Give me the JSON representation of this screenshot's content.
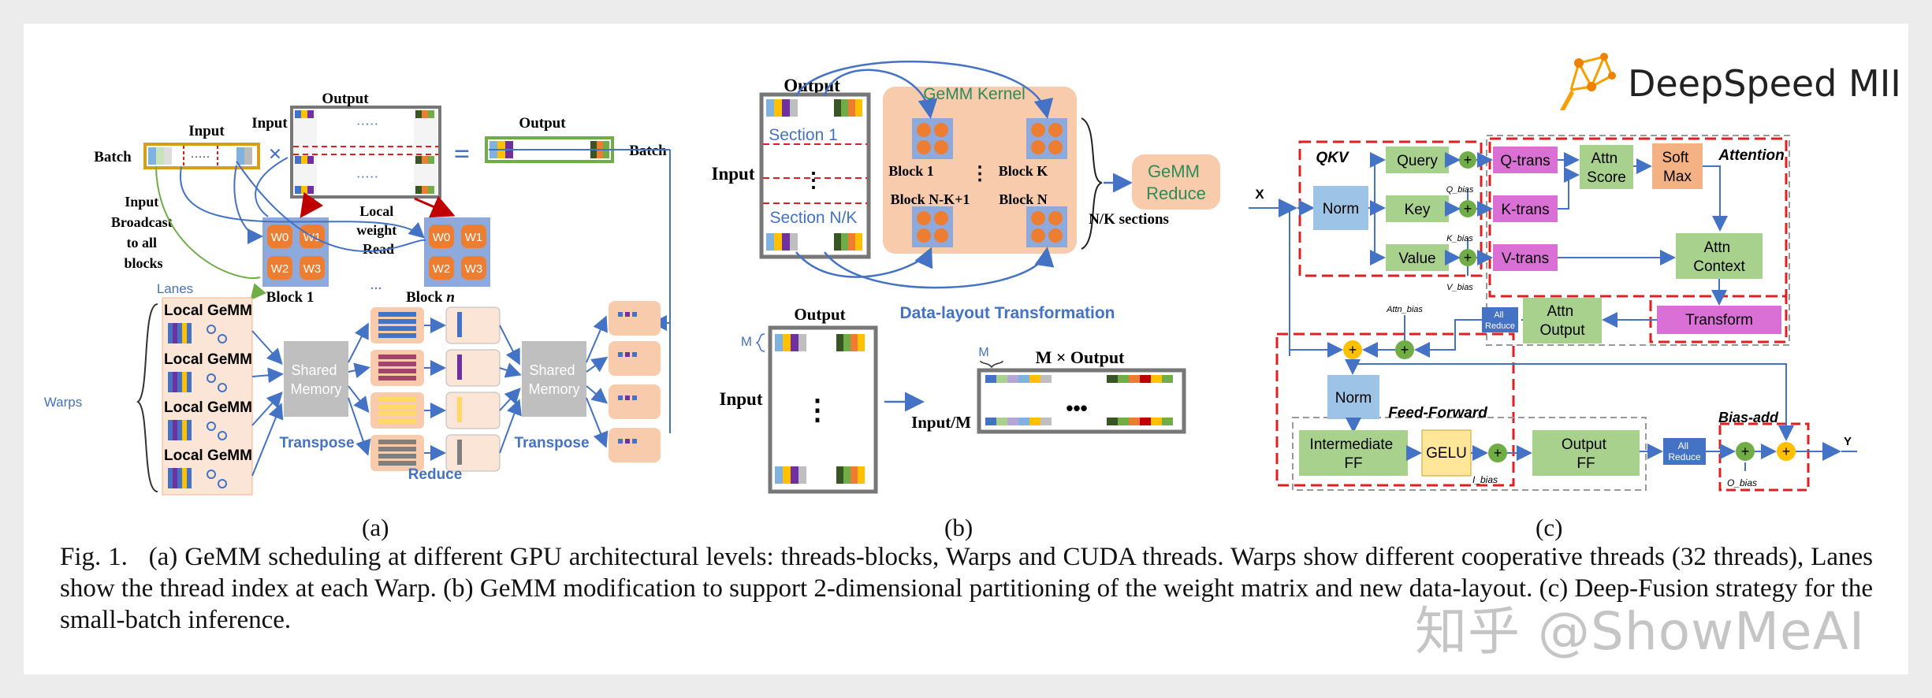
{
  "brand": {
    "name": "DeepSpeed MII"
  },
  "watermark": {
    "text": "知乎 @ShowMeAI"
  },
  "sublabels": {
    "a": "(a)",
    "b": "(b)",
    "c": "(c)"
  },
  "caption": {
    "fig": "Fig. 1.",
    "text": "(a) GeMM scheduling at different GPU architectural levels: threads-blocks, Warps and CUDA threads. Warps show different cooperative threads (32 threads), Lanes show the thread index at each Warp. (b) GeMM modification to support 2-dimensional partitioning of the weight matrix and new data-layout. (c) Deep-Fusion strategy for the small-batch inference."
  },
  "panel_a": {
    "output_top": "Output",
    "input_top": "Input",
    "input_left": "Input",
    "batch": "Batch",
    "batch_right": "Batch",
    "output_right": "Output",
    "dots_row": "·····",
    "dots_mid": "·····",
    "times": "×",
    "equals": "=",
    "broadcast": [
      "Input",
      "Broadcast",
      "to all",
      "blocks"
    ],
    "local_weight": [
      "Local",
      "weight",
      "Read"
    ],
    "warps": [
      "W0",
      "W1",
      "W2",
      "W3"
    ],
    "block1": "Block 1",
    "blockn_prefix": "Block ",
    "blockn_n": "n",
    "ellipsis": "...",
    "lanes": "Lanes",
    "local_gemm": "Local GeMM",
    "warps_label": "Warps",
    "shared": [
      "Shared",
      "Memory"
    ],
    "transpose": "Transpose",
    "reduce": "Reduce"
  },
  "panel_b": {
    "output": "Output",
    "input": "Input",
    "section1": "Section 1",
    "sectionNK": "Section N/K",
    "gemm_kernel": "GeMM Kernel",
    "block1": "Block 1",
    "blockK": "Block K",
    "blockNK1": "Block N-K+1",
    "blockN": "Block N",
    "nk_sections": "N/K sections",
    "gemm_reduce": [
      "GeMM",
      "Reduce"
    ],
    "dlt": "Data-layout Transformation",
    "output2": "Output",
    "input2": "Input",
    "m": "M",
    "m2": "M",
    "input_m": "Input/M",
    "m_output": "M × Output",
    "vdots": "⋮",
    "hdots": "•••"
  },
  "panel_c": {
    "x": "X",
    "y": "Y",
    "qkv": "QKV",
    "attention": "Attention",
    "norm1": "Norm",
    "query": "Query",
    "key": "Key",
    "value": "Value",
    "q_bias": "Q_bias",
    "k_bias": "K_bias",
    "v_bias": "V_bias",
    "qtrans": "Q-trans",
    "ktrans": "K-trans",
    "vtrans": "V-trans",
    "attn_score": [
      "Attn",
      "Score"
    ],
    "softmax": [
      "Soft",
      "Max"
    ],
    "attn_context": [
      "Attn",
      "Context"
    ],
    "transform": "Transform",
    "attn_output": [
      "Attn",
      "Output"
    ],
    "all_reduce": [
      "All",
      "Reduce"
    ],
    "attn_bias": "Attn_bias",
    "norm2": "Norm",
    "feed_forward": "Feed-Forward",
    "inter_ff": [
      "Intermediate",
      "FF"
    ],
    "gelu": "GELU",
    "i_bias": "I_bias",
    "output_ff": [
      "Output",
      "FF"
    ],
    "all_reduce2": [
      "All",
      "Reduce"
    ],
    "bias_add": "Bias-add",
    "o_bias": "O_bias",
    "plus": "+"
  },
  "colors": {
    "green_box": "#a9d18e",
    "green_border": "#70ad47",
    "magenta_box": "#da70d6",
    "orange_box": "#f8cbad",
    "block_blue": "#8ea9db",
    "warp_orange": "#ed7d31",
    "blue_line": "#4472c4",
    "red_dash": "#e02020",
    "yellow_circle": "#ffc000",
    "gelu_yellow": "#ffe699",
    "norm_blue": "#9dc3e6",
    "all_reduce_blue": "#4472c4"
  }
}
